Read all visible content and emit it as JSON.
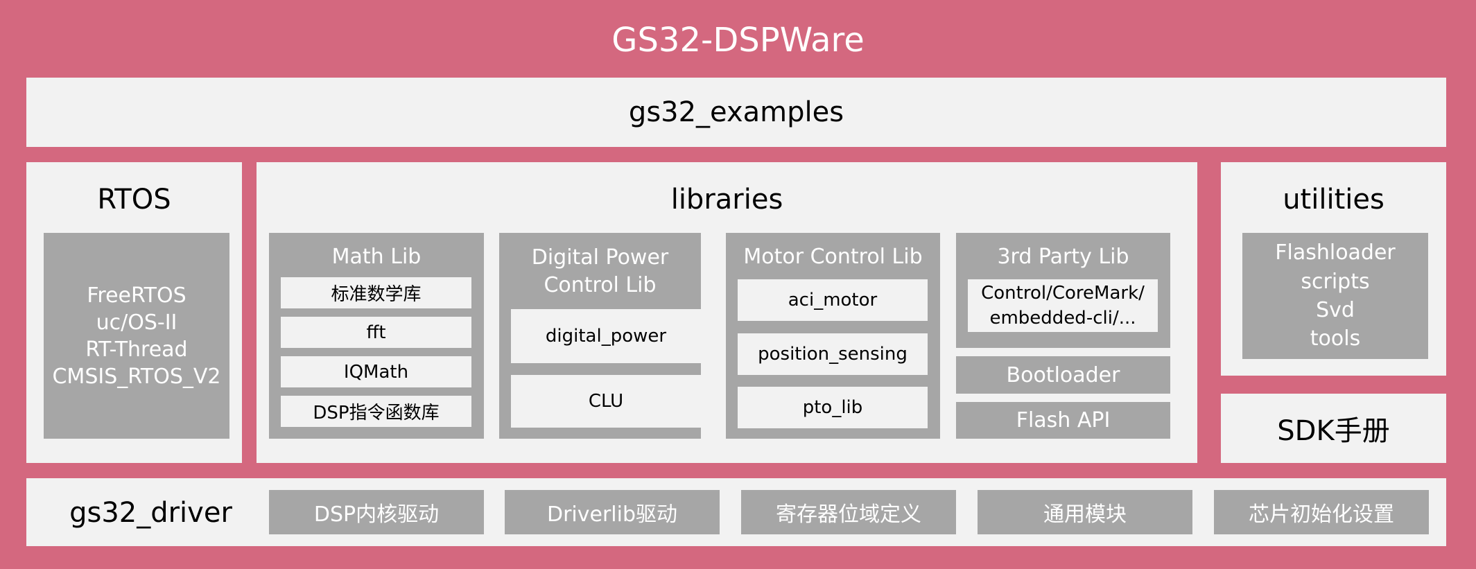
{
  "title": "GS32-DSPWare",
  "examples": "gs32_examples",
  "rtos": {
    "title": "RTOS",
    "items": [
      "FreeRTOS",
      "uc/OS-II",
      "RT-Thread",
      "CMSIS_RTOS_V2"
    ]
  },
  "libraries": {
    "title": "libraries",
    "math": {
      "title": "Math Lib",
      "items": [
        "标准数学库",
        "fft",
        "IQMath",
        "DSP指令函数库"
      ]
    },
    "digital_power": {
      "title_lines": [
        "Digital Power",
        "Control Lib"
      ],
      "items": [
        "digital_power",
        "CLU"
      ]
    },
    "motor": {
      "title": "Motor Control Lib",
      "items": [
        "aci_motor",
        "position_sensing",
        "pto_lib"
      ]
    },
    "third_party": {
      "title": "3rd Party Lib",
      "content_lines": [
        "Control/CoreMark/",
        "embedded-cli/..."
      ]
    },
    "bootloader": "Bootloader",
    "flash_api": "Flash API"
  },
  "utilities": {
    "title": "utilities",
    "items": [
      "Flashloader",
      "scripts",
      "Svd",
      "tools"
    ]
  },
  "sdk_manual": "SDK手册",
  "driver": {
    "title": "gs32_driver",
    "items": [
      "DSP内核驱动",
      "Driverlib驱动",
      "寄存器位域定义",
      "通用模块",
      "芯片初始化设置"
    ]
  },
  "colors": {
    "background": "#d4687f",
    "panel": "#f2f2f2",
    "gray_box": "#a6a6a6"
  }
}
